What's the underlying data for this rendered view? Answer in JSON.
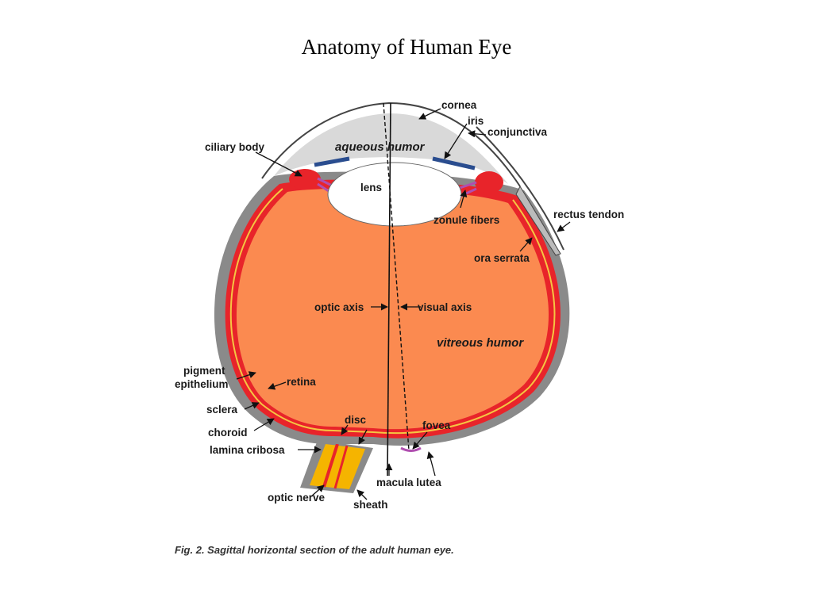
{
  "title": "Anatomy of Human Eye",
  "labels": {
    "cornea": "cornea",
    "iris": "iris",
    "conjunctiva": "conjunctiva",
    "ciliary_body": "ciliary body",
    "aqueous_humor": "aqueous humor",
    "lens": "lens",
    "zonule_fibers": "zonule fibers",
    "rectus_tendon": "rectus tendon",
    "ora_serrata": "ora serrata",
    "optic_axis": "optic axis",
    "visual_axis": "visual axis",
    "vitreous_humor": "vitreous humor",
    "pigment": "pigment",
    "epithelium": "epithelium",
    "retina": "retina",
    "sclera": "sclera",
    "choroid": "choroid",
    "disc": "disc",
    "fovea": "fovea",
    "lamina_cribosa": "lamina cribosa",
    "macula_lutea": "macula lutea",
    "optic_nerve": "optic nerve",
    "sheath": "sheath"
  },
  "caption": "Fig. 2. Sagittal horizontal section of the adult human eye.",
  "colors": {
    "vitreous": "#fb8a50",
    "sclera": "#8a8a8a",
    "choroid": "#e8242a",
    "retina_line": "#f5c542",
    "aqueous": "#d9d9d9",
    "lens": "#ffffff",
    "optic_nerve": "#f5b400",
    "iris": "#2a4d8f"
  }
}
